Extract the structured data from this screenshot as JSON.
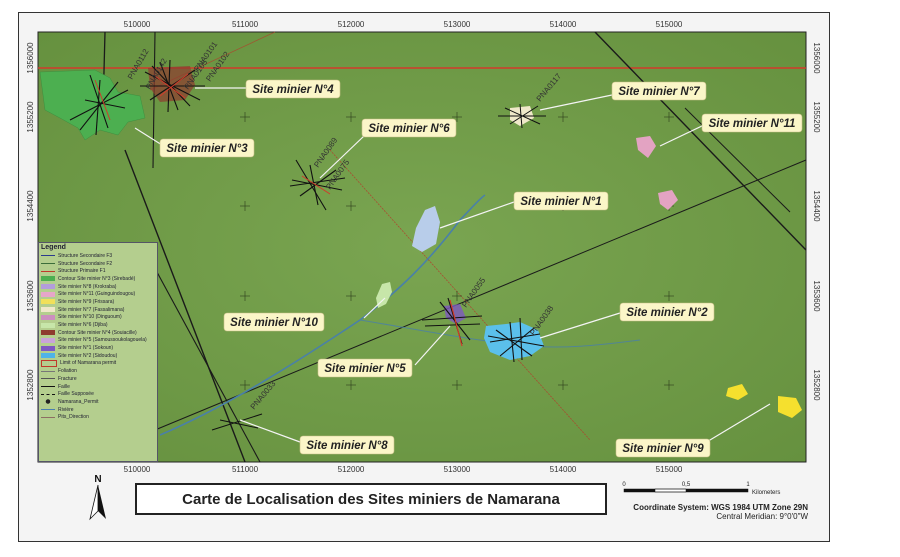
{
  "title": "Carte de Localisation des Sites miniers de Namarana",
  "coordinate_system": {
    "line1": "Coordinate System: WGS 1984 UTM Zone 29N",
    "line2": "Central Meridian: 9°0'0\"W"
  },
  "north_label": "N",
  "scale_bar": {
    "ticks": [
      "0",
      "0,5",
      "1"
    ],
    "unit": "Kilometers"
  },
  "axes": {
    "x_top": [
      "510000",
      "511000",
      "512000",
      "513000",
      "514000",
      "515000"
    ],
    "x_bottom": [
      "510000",
      "511000",
      "512000",
      "513000",
      "514000",
      "515000"
    ],
    "y_left": [
      "1356000",
      "1355200",
      "1354400",
      "1353600",
      "1352800"
    ],
    "y_right": [
      "1356000",
      "1355200",
      "1354400",
      "1353600",
      "1352800"
    ]
  },
  "site_labels": [
    "Site minier N°4",
    "Site minier N°7",
    "Site minier N°11",
    "Site minier N°6",
    "Site minier N°3",
    "Site minier N°1",
    "Site minier N°10",
    "Site minier N°2",
    "Site minier N°5",
    "Site minier N°8",
    "Site minier N°9"
  ],
  "drillhole_labels": [
    "PNA0112",
    "PNA0142",
    "PNA0101",
    "PNA0102",
    "PNA0105",
    "PNA0117",
    "PNA0089",
    "PNA0075",
    "PNA0055",
    "PNA0038",
    "PNA0033"
  ],
  "legend": {
    "title": "Legend",
    "items": [
      {
        "label": "Structure Secondaire F3",
        "kind": "line",
        "color": "#2b3a8c"
      },
      {
        "label": "Structure Secondaire F2",
        "kind": "line",
        "color": "#3c6d3a"
      },
      {
        "label": "Structure Primaire F1",
        "kind": "line",
        "color": "#c0392b"
      },
      {
        "label": "Contour Site minier N°3 (Sirebadé)",
        "kind": "fill",
        "color": "#4caf50"
      },
      {
        "label": "Site minier N°8 (Krokraba)",
        "kind": "fill",
        "color": "#b39ddb"
      },
      {
        "label": "Site minier N°11 (Guinguindougou)",
        "kind": "fill",
        "color": "#e6a6c9"
      },
      {
        "label": "Site minier N°9 (Frissara)",
        "kind": "fill",
        "color": "#f1e05a"
      },
      {
        "label": "Site minier N°7 (Fassalimana)",
        "kind": "fill",
        "color": "#efe8c9"
      },
      {
        "label": "Site minier N°10 (Dinguoum)",
        "kind": "fill",
        "color": "#cc8fbf"
      },
      {
        "label": "Site minier N°6 (Djiba)",
        "kind": "fill",
        "color": "#c7e6a9"
      },
      {
        "label": "Contour Site minier N°4 (Souiacille)",
        "kind": "fill",
        "color": "#8e3b2f"
      },
      {
        "label": "Site minier N°5 (Samoussoukolagouela)",
        "kind": "fill",
        "color": "#c9a3d9"
      },
      {
        "label": "Site minier N°1 (Sokoun)",
        "kind": "fill",
        "color": "#7e57c2"
      },
      {
        "label": "Site minier N°2 (Sidoudou)",
        "kind": "fill",
        "color": "#4fb3e8"
      },
      {
        "label": "Limit of Namarana permit",
        "kind": "outline",
        "color": "#c0392b"
      },
      {
        "label": "Foliation",
        "kind": "line",
        "color": "#777777"
      },
      {
        "label": "Fracture",
        "kind": "line",
        "color": "#555555"
      },
      {
        "label": "Faille",
        "kind": "line",
        "color": "#111111"
      },
      {
        "label": "Faille Supposée",
        "kind": "dash",
        "color": "#111111"
      },
      {
        "label": "Namarana_Permit",
        "kind": "dot",
        "color": "#222222"
      },
      {
        "label": "Rivière",
        "kind": "line",
        "color": "#4a7fb0"
      },
      {
        "label": "Pits_Direction",
        "kind": "line",
        "color": "#8d6e63"
      }
    ]
  },
  "colors": {
    "map_bg": "#6f9a45",
    "label_box": "#fbf6c8",
    "permit_limit": "#d23a2a",
    "river": "#4a80a8",
    "site_blue": "#5bc0eb",
    "site_green": "#4caf50",
    "site_yellow": "#f5e02e",
    "site_pink": "#e3a3c2",
    "site_lightblue": "#b8cdea"
  }
}
